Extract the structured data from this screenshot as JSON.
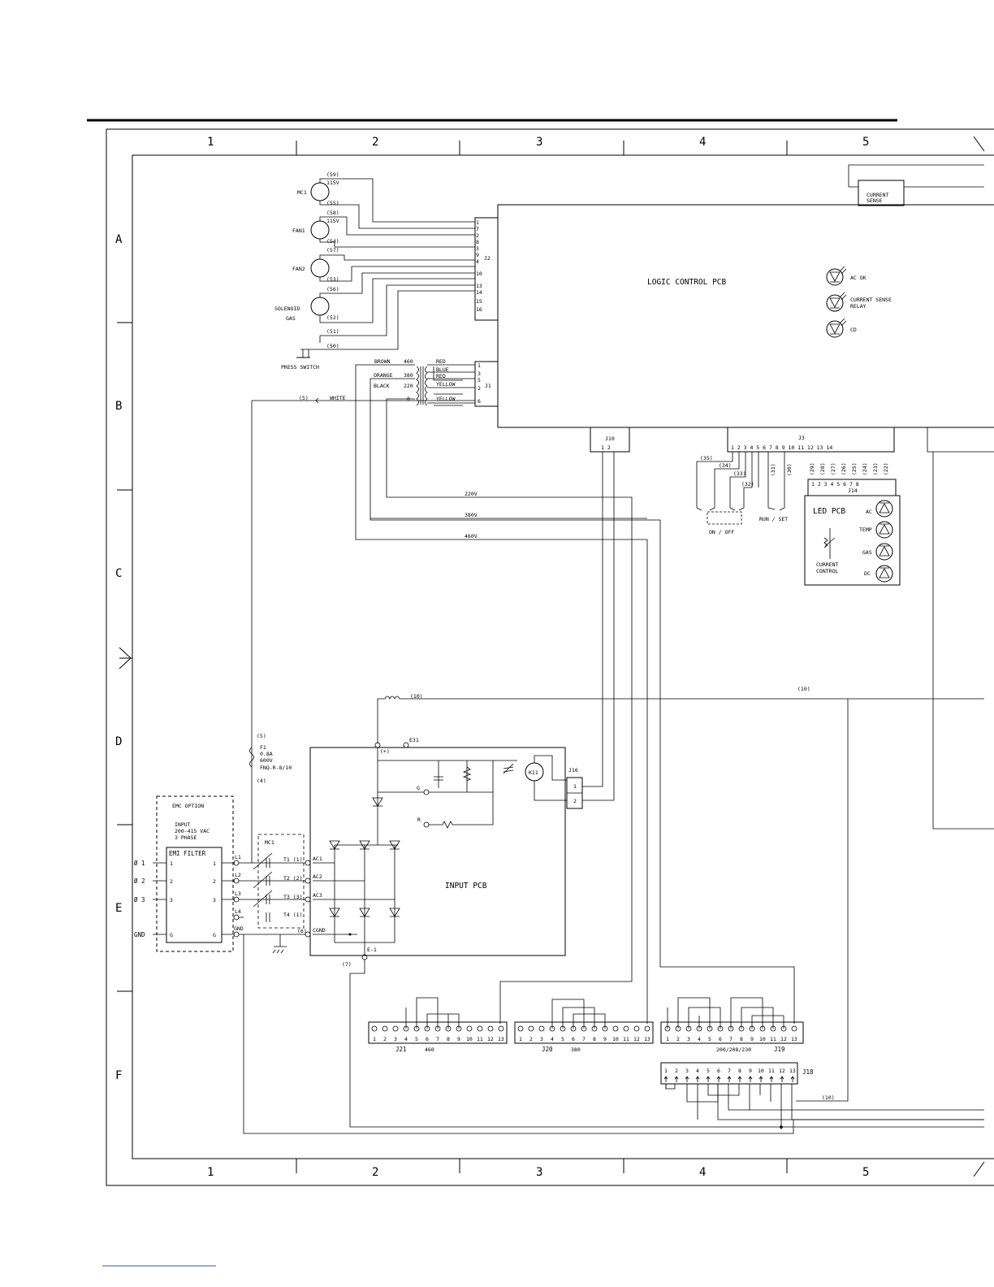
{
  "grid": {
    "columns": [
      "1",
      "2",
      "3",
      "4",
      "5"
    ],
    "rows": [
      "A",
      "B",
      "C",
      "D",
      "E",
      "F"
    ]
  },
  "motors": [
    {
      "name": "MC1",
      "top_wire": "(59)",
      "voltage": "115V",
      "bottom_wire": "(55)"
    },
    {
      "name": "FAN1",
      "top_wire": "(58)",
      "voltage": "115V",
      "bottom_wire": "(54)"
    },
    {
      "name": "FAN2",
      "top_wire": "(57)",
      "voltage": "",
      "bottom_wire": "(53)"
    },
    {
      "name": "SOLENOID",
      "name2": "GAS",
      "top_wire": "(56)",
      "voltage": "",
      "bottom_wire": "(52)"
    }
  ],
  "press_switch": {
    "label": "PRESS SWITCH",
    "wire_top": "(51)",
    "wire_bottom": "(50)"
  },
  "j2": {
    "label": "J2",
    "pins": [
      "1",
      "7",
      "2",
      "8",
      "3",
      "9",
      "4",
      "10",
      "13",
      "14",
      "15",
      "16"
    ]
  },
  "transformer": {
    "primary": [
      {
        "color": "BROWN",
        "volts": "460"
      },
      {
        "color": "ORANGE",
        "volts": "380"
      },
      {
        "color": "BLACK",
        "volts": "220"
      },
      {
        "color": "",
        "volts": "0"
      }
    ],
    "secondary": [
      "RED",
      "BLUE",
      "RED",
      "YELLOW",
      "YELLOW"
    ]
  },
  "j1": {
    "label": "J1",
    "pins": [
      "1",
      "3",
      "5",
      "2",
      "6"
    ]
  },
  "white_wire": {
    "num": "(5)",
    "color": "WHITE"
  },
  "logic_pcb": {
    "title": "LOGIC CONTROL PCB"
  },
  "leds": [
    {
      "label": "AC OK",
      "label2": ""
    },
    {
      "label": "CURRENT SENSE",
      "label2": "RELAY"
    },
    {
      "label": "CD",
      "label2": ""
    }
  ],
  "current_sense": {
    "line1": "CURRENT",
    "line2": "SENSE"
  },
  "j10": {
    "label": "J10",
    "pins": "1  2"
  },
  "j3": {
    "label": "J3",
    "pins": [
      "1",
      "2",
      "3",
      "4",
      "5",
      "6",
      "7",
      "8",
      "9",
      "10",
      "11",
      "12",
      "13",
      "14"
    ]
  },
  "j3_wires": [
    "(35)",
    "(34)",
    "(33)",
    "(32)",
    "(31)",
    "(30)"
  ],
  "switches": {
    "on_off": "ON / OFF",
    "run_set": "RUN / SET"
  },
  "j14": {
    "label": "J14",
    "wires": [
      "(29)",
      "(28)",
      "(27)",
      "(26)",
      "(25)",
      "(24)",
      "(23)",
      "(22)"
    ],
    "pins": [
      "1",
      "2",
      "3",
      "4",
      "5",
      "6",
      "7",
      "8"
    ]
  },
  "led_pcb": {
    "title": "LED PCB",
    "leds": [
      "AC",
      "TEMP",
      "GAS",
      "DC"
    ],
    "control1": "CURRENT",
    "control2": "CONTROL"
  },
  "voltage_lines": [
    "220V",
    "380V",
    "460V"
  ],
  "wire10": "(10)",
  "fuse": {
    "num": "(5)",
    "f": "F1",
    "rating": "0.8A",
    "volts": "600V",
    "type": "FNQ-R-8/10",
    "num2": "(4)"
  },
  "inductor_label": "(10)",
  "e31": "E31",
  "plus_label": "(+)",
  "input_pcb": {
    "title": "INPUT PCB",
    "g": "G",
    "r": "R",
    "k11": "K11"
  },
  "j16": {
    "label": "J16",
    "pins": [
      "1",
      "2"
    ]
  },
  "emc": {
    "title": "EMC OPTION",
    "input": "INPUT",
    "range": "200-415 VAC",
    "phase": "3 PHASE",
    "filter": "EMI FILTER"
  },
  "phases": [
    "Ø 1",
    "Ø 2",
    "Ø 3",
    "GND"
  ],
  "filter_pins": [
    "1",
    "2",
    "3",
    "G"
  ],
  "mc1_box": "MC1",
  "line_labels": [
    "L1",
    "L2",
    "L3",
    "L4",
    "GND"
  ],
  "contact_labels": [
    "T1 (1)",
    "T2 (2)",
    "T3 (3)",
    "T4 (1)",
    "(6)"
  ],
  "ac_labels": [
    "AC1",
    "AC2",
    "AC3",
    "CGND"
  ],
  "node7": "(7)",
  "node_e": "E-1",
  "j21": {
    "label": "J21",
    "sub": "460"
  },
  "j20": {
    "label": "J20",
    "sub": "380"
  },
  "j19": {
    "label": "J19",
    "sub": "200/208/230"
  },
  "j18": {
    "label": "J18"
  },
  "pin_numbers": [
    "1",
    "2",
    "3",
    "4",
    "5",
    "6",
    "7",
    "8",
    "9",
    "10",
    "11",
    "12",
    "13"
  ],
  "wire10_bottom": "(10)"
}
